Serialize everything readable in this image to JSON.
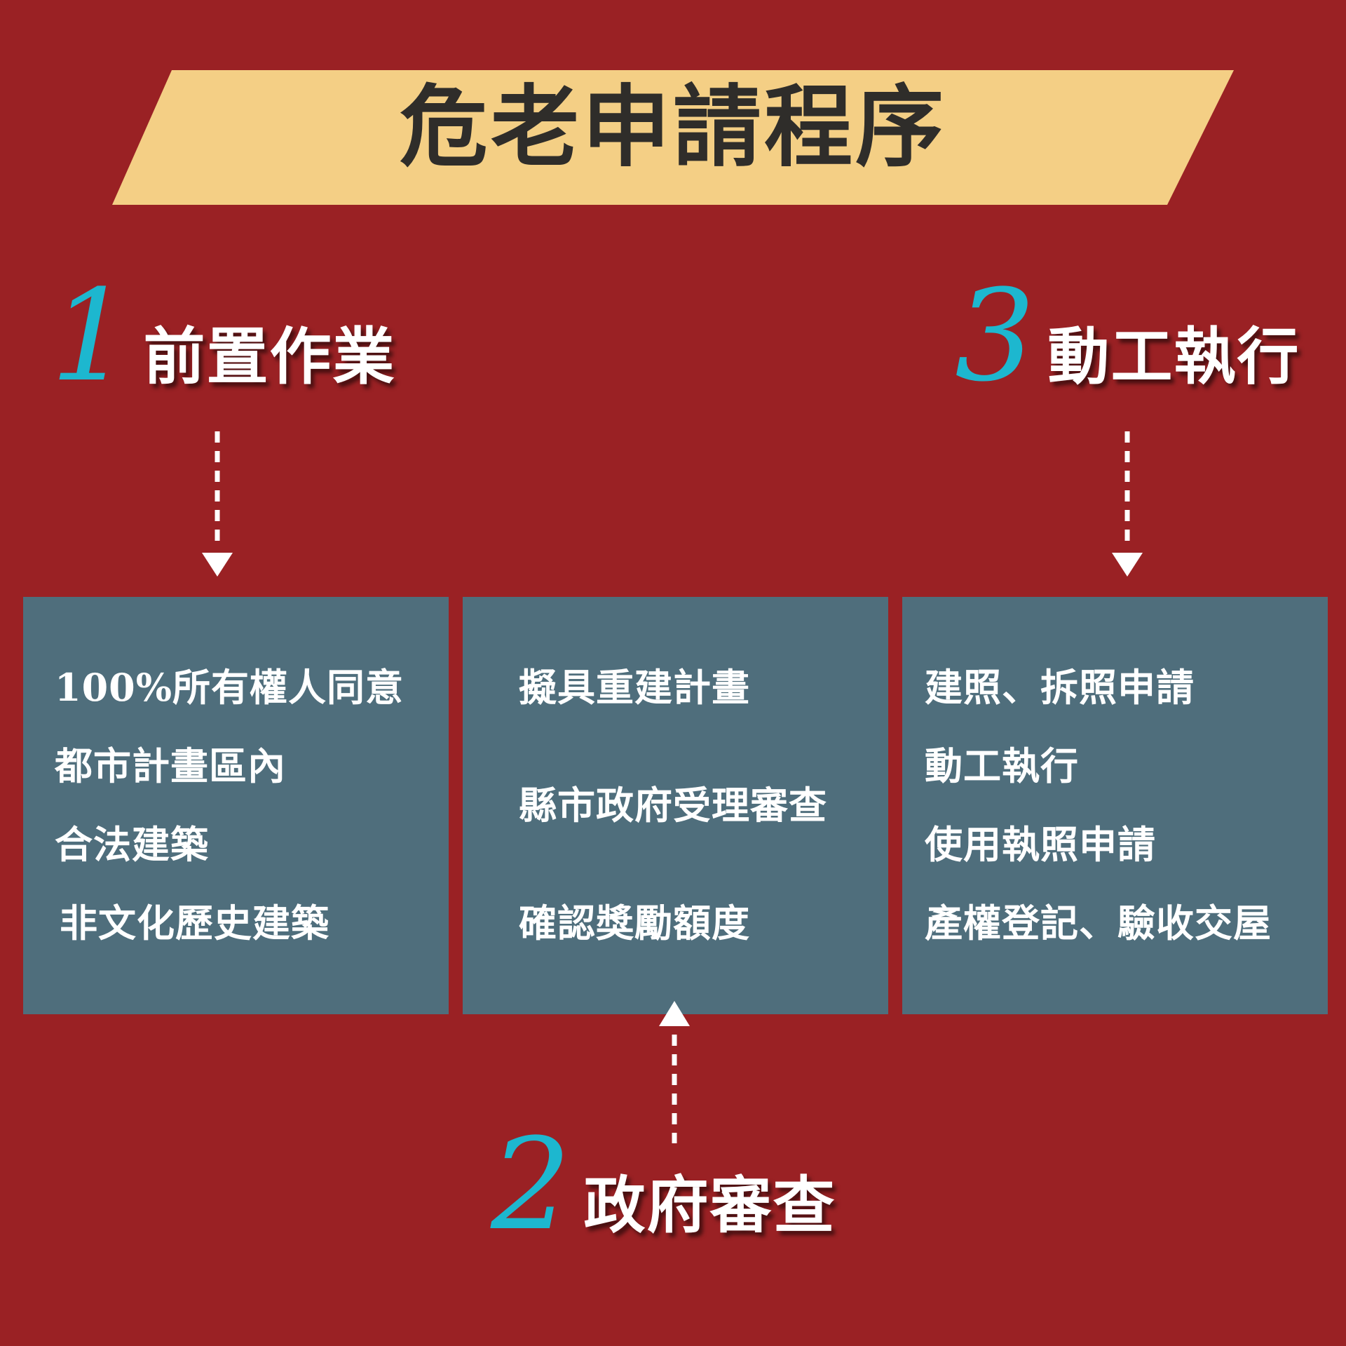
{
  "title": "危老申請程序",
  "colors": {
    "background": "#9a2124",
    "banner": "#f4cf85",
    "title_text": "#2f2d2a",
    "step_number": "#1db7cf",
    "panel": "#4f6e7c",
    "text": "#ffffff"
  },
  "steps": [
    {
      "number": "1",
      "title": "前置作業",
      "items": [
        "100%所有權人同意",
        "都市計畫區內",
        "合法建築",
        "非文化歷史建築"
      ]
    },
    {
      "number": "2",
      "title": "政府審查",
      "items": [
        "擬具重建計畫",
        "縣市政府受理審查",
        "確認獎勵額度"
      ]
    },
    {
      "number": "3",
      "title": "動工執行",
      "items": [
        "建照、拆照申請",
        "動工執行",
        "使用執照申請",
        "產權登記、驗收交屋"
      ]
    }
  ]
}
